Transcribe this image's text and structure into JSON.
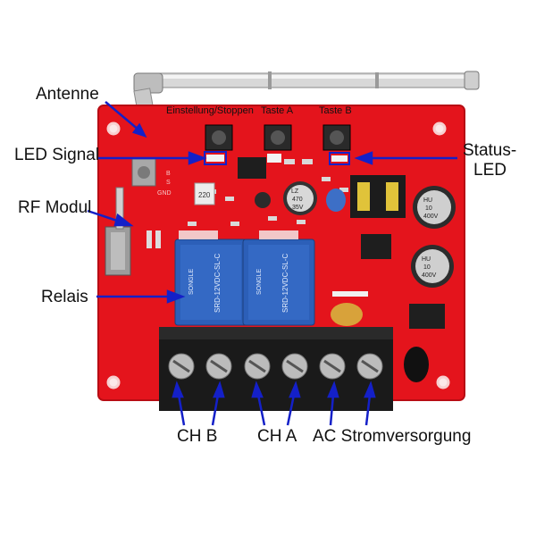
{
  "labels": {
    "antenna": "Antenne",
    "led_signal": "LED Signal",
    "rf_module": "RF Modul",
    "relays": "Relais",
    "status_led_line1": "Status-",
    "status_led_line2": "LED",
    "button_setup": "Einstellung/Stoppen",
    "button_a": "Taste A",
    "button_b": "Taste B",
    "ch_b": "CH B",
    "ch_a": "CH A",
    "ac_power": "AC Stromversorgung"
  },
  "components": {
    "relay_text": "SRD-12VDC-SL-C",
    "relay_brand": "SONGLE",
    "cap_small_line1": "LZ",
    "cap_small_line2": "470",
    "cap_small_line3": "35V",
    "cap_large_line1": "HU",
    "cap_large_line2": "10",
    "cap_large_line3": "400V",
    "cap_220": "220",
    "silk_b": "B",
    "silk_gnd": "GND"
  },
  "colors": {
    "pcb": "#e4141c",
    "pcb_dark": "#b80d14",
    "relay": "#2c5fb8",
    "terminal": "#1a1a1a",
    "annotation": "#1420c8"
  }
}
